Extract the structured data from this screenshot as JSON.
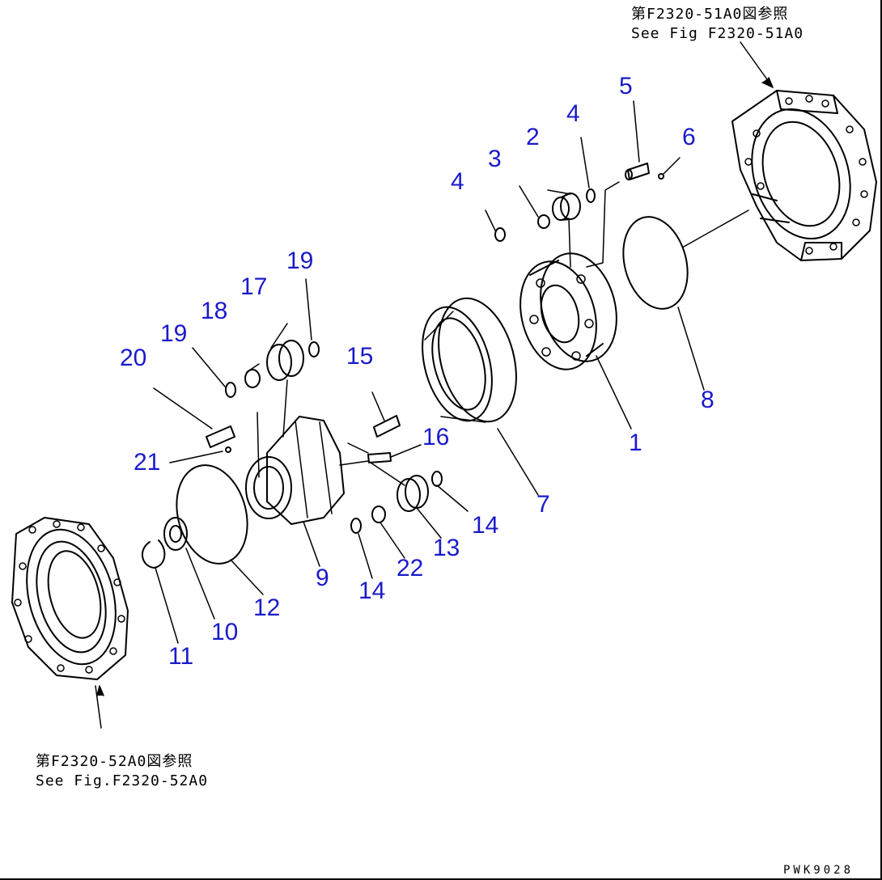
{
  "references": {
    "top": {
      "line1": "第F2320-51A0図参照",
      "line2": "See Fig F2320-51A0"
    },
    "bottom": {
      "line1": "第F2320-52A0図参照",
      "line2": "See Fig.F2320-52A0"
    }
  },
  "drawing_code": "PWK9028",
  "callouts": [
    "1",
    "2",
    "3",
    "4",
    "4",
    "5",
    "6",
    "7",
    "8",
    "9",
    "10",
    "11",
    "12",
    "13",
    "14",
    "14",
    "15",
    "16",
    "17",
    "18",
    "19",
    "19",
    "20",
    "21",
    "22"
  ],
  "colors": {
    "callout": "#1a1acc",
    "line": "#000000",
    "background": "#ffffff"
  }
}
